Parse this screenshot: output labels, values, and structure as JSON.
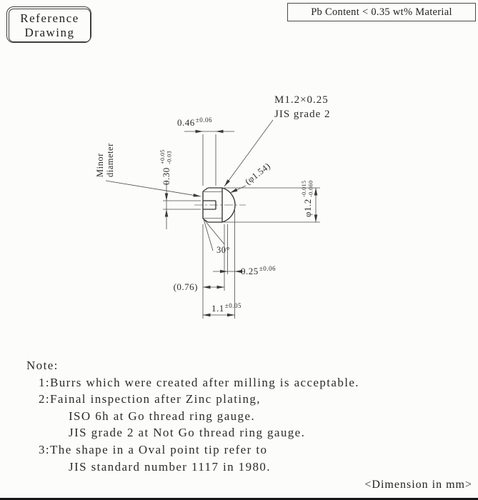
{
  "stamp": {
    "line1": "Reference",
    "line2": "Drawing"
  },
  "material_note": "Pb Content < 0.35 wt% Material",
  "drawing": {
    "thread_spec": "M1.2×0.25",
    "thread_grade": "JIS grade 2",
    "slot_width": {
      "value": "0.46",
      "tol": "±0.06"
    },
    "minor_dia_label": {
      "line1": "Minor",
      "line2": "diameter"
    },
    "slot_depth": {
      "value": "0.30",
      "tol_upper": "+0.05",
      "tol_lower": "-0.03"
    },
    "sphere_dia": "(φ1.54)",
    "major_dia": {
      "value": "φ1.2",
      "tol_upper": "-0.015",
      "tol_lower": "-0.060"
    },
    "chamfer_angle": "30°",
    "point_len": {
      "value": "0.25",
      "tol": "±0.06"
    },
    "ref_len": "(0.76)",
    "overall_len": {
      "value": "1.1",
      "tol": "±0.05"
    }
  },
  "notes": {
    "title": "Note:",
    "lines": [
      {
        "text": "1:Burrs which were created after milling is acceptable."
      },
      {
        "text": "2:Fainal inspection after Zinc plating,"
      },
      {
        "text": "ISO 6h at Go thread ring gauge."
      },
      {
        "text": "JIS grade 2 at Not Go thread ring gauge."
      },
      {
        "text": "3:The shape in a Oval point tip refer to"
      },
      {
        "text": "JIS standard number 1117 in 1980."
      }
    ]
  },
  "footer": {
    "dimension_note": "<Dimension in mm>"
  }
}
